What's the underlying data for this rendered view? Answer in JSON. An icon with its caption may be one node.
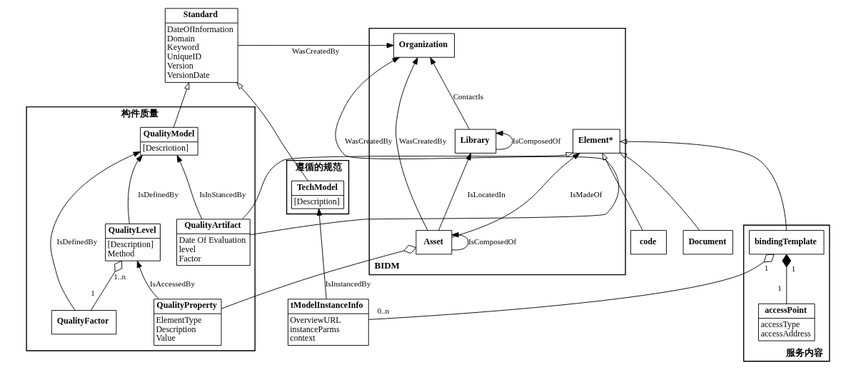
{
  "diagram": {
    "nodes": [
      {
        "text": [
          "BIDM"
        ]
      },
      {
        "text": [
          "Organization"
        ],
        "in": 0
      },
      {
        "text": [
          "Library"
        ],
        "in": 0
      },
      {
        "text": [
          "Asset"
        ],
        "in": 0
      },
      {
        "text": [
          "Element*"
        ],
        "in": 0
      },
      {
        "text": [
          "code"
        ]
      },
      {
        "text": [
          "Document"
        ]
      },
      {
        "text": [
          "构件质量"
        ]
      },
      {
        "text": [
          "QualityProperty",
          "ElementType",
          "Description",
          "Value"
        ],
        "in": 7
      },
      {
        "text": [
          "QualityArtifact",
          "Date Of Evaluation",
          "level",
          "Factor"
        ],
        "in": 7
      },
      {
        "text": [
          "QualityLevel",
          "[Description]",
          "Method"
        ],
        "in": 7
      },
      {
        "text": [
          "QualityFactor"
        ],
        "in": 7
      },
      {
        "text": [
          "QualityModel",
          "[Descriotion]"
        ],
        "in": 7
      },
      {
        "text": [
          "Standard",
          "DateOfInformation",
          "Domain",
          "Keyword",
          "UniqueID",
          "Version",
          "VersionDate"
        ]
      },
      {
        "text": [
          "服务内容"
        ]
      },
      {
        "text": [
          "bindingTemplate"
        ],
        "in": 14
      },
      {
        "text": [
          "accessPoint",
          "accessType",
          "accessAddress"
        ],
        "in": 14
      },
      {
        "text": [
          "遵循的规范"
        ]
      },
      {
        "text": [
          "tModelInstanceInfo",
          "OverviewURL",
          "instanceParms",
          "context"
        ]
      },
      {
        "text": [
          "TechModel",
          "[Description]"
        ],
        "in": 17
      }
    ],
    "edges": [
      {
        "from": 2,
        "to": 1,
        "arrow": "to",
        "label": "ContactIs"
      },
      {
        "from": 3,
        "to": 1,
        "arrow": "to",
        "label": "WasCreatedBy"
      },
      {
        "from": 3,
        "to": 2,
        "arrow": "to",
        "label": "IsLocatedIn"
      },
      {
        "from": 2,
        "to": 2,
        "arrow": "to",
        "label": "IsComposedOf"
      },
      {
        "from": 3,
        "to": 3,
        "arrow": "to",
        "label": "IsComposedOf"
      },
      {
        "from": 3,
        "to": 4,
        "arrow": "to",
        "label": "IsMadeOf"
      },
      {
        "from": 13,
        "to": 1,
        "arrow": "to",
        "label": "WasCreatedBy"
      },
      {
        "from": 9,
        "to": 1,
        "arrow": "to",
        "label": "WasCreatedBy"
      },
      {
        "from": 8,
        "to": 3,
        "arrow": "other"
      },
      {
        "from": 8,
        "to": 10,
        "arrow": "to",
        "label": "IsAccessedBy"
      },
      {
        "from": 11,
        "to": 10,
        "arrow": "other"
      },
      {
        "from": 10,
        "to": 12,
        "arrow": "to",
        "label": "IsDefinedBy"
      },
      {
        "from": 11,
        "to": 12,
        "arrow": "to",
        "label": "IsDefinedBy"
      },
      {
        "from": 9,
        "to": 12,
        "arrow": "to",
        "label": "IsInStancedBy"
      },
      {
        "from": 9,
        "to": 4,
        "arrow": "to"
      },
      {
        "from": 12,
        "to": 13,
        "arrow": "to"
      },
      {
        "from": 5,
        "to": 4,
        "arrow": "to"
      },
      {
        "from": 6,
        "to": 4,
        "arrow": "to"
      },
      {
        "from": 15,
        "to": 4,
        "arrow": "to"
      },
      {
        "from": 16,
        "to": 15,
        "arrow": "other"
      },
      {
        "from": 18,
        "to": 15,
        "arrow": "other"
      },
      {
        "from": 18,
        "to": 19,
        "arrow": "to",
        "label": "IsInstancedBy"
      },
      {
        "from": 19,
        "to": 13,
        "arrow": "to"
      }
    ],
    "labels": [
      "1..n",
      "1",
      "1",
      "1",
      "1",
      "0..n"
    ]
  }
}
